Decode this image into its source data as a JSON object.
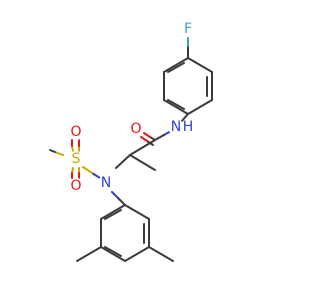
{
  "molecule": {
    "atoms": {
      "fluorine": {
        "label": "F",
        "color": "#3aa2c4"
      },
      "amide_n": {
        "label": "N",
        "color": "#2f3fd8"
      },
      "amide_h": {
        "label": "H",
        "color": "#2f3fd8"
      },
      "carbonyl_o": {
        "label": "O",
        "color": "#e31a1a"
      },
      "sulfonamide_n": {
        "label": "N",
        "color": "#2f3fd8"
      },
      "sulfur": {
        "label": "S",
        "color": "#c9a800"
      },
      "sulfonyl_o_top": {
        "label": "O",
        "color": "#e31a1a"
      },
      "sulfonyl_o_bottom": {
        "label": "O",
        "color": "#e31a1a"
      }
    },
    "bond_color": "#3a3a3a",
    "background": "#ffffff"
  }
}
